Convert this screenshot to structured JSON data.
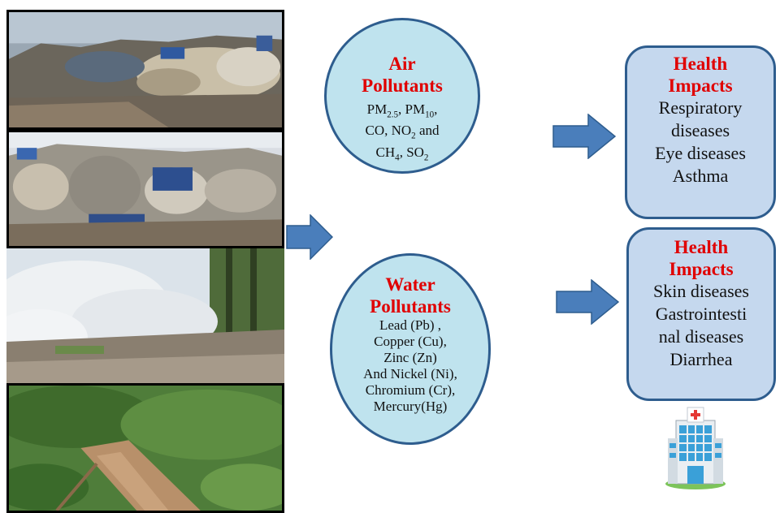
{
  "photos": [
    {
      "name": "landfill-waste-heap-photo"
    },
    {
      "name": "landfill-bags-photo"
    },
    {
      "name": "burning-waste-smoke-photo"
    },
    {
      "name": "polluted-river-photo"
    }
  ],
  "air": {
    "title_line1": "Air",
    "title_line2": "Pollutants",
    "pm25_base": "PM",
    "pm25_sub": "2.5",
    "pm10_base": "PM",
    "pm10_sub": "10",
    "co": "CO,",
    "no2_base": "NO",
    "no2_sub": "2",
    "and": "and",
    "ch4_base": "CH",
    "ch4_sub": "4",
    "so2_base": "SO",
    "so2_sub": "2"
  },
  "water": {
    "title_line1": "Water",
    "title_line2": "Pollutants",
    "items": [
      "Lead (Pb) ,",
      "Copper (Cu),",
      "Zinc (Zn)",
      "And Nickel (Ni),",
      "Chromium (Cr),",
      "Mercury(Hg)"
    ]
  },
  "health_air": {
    "title_line1": "Health",
    "title_line2": "Impacts",
    "items": [
      "Respiratory",
      "diseases",
      "Eye diseases",
      "Asthma"
    ]
  },
  "health_water": {
    "title_line1": "Health",
    "title_line2": "Impacts",
    "items": [
      "Skin diseases",
      "Gastrointesti",
      "nal diseases",
      "Diarrhea"
    ]
  },
  "icons": [
    "right-arrow-icon",
    "hospital-building-icon"
  ],
  "colors": {
    "title_red": "#e00000",
    "circle_fill": "#bfe3ee",
    "box_fill": "#c5d8ee",
    "arrow_fill": "#4a7ebb",
    "border_blue": "#2e5d8e"
  }
}
